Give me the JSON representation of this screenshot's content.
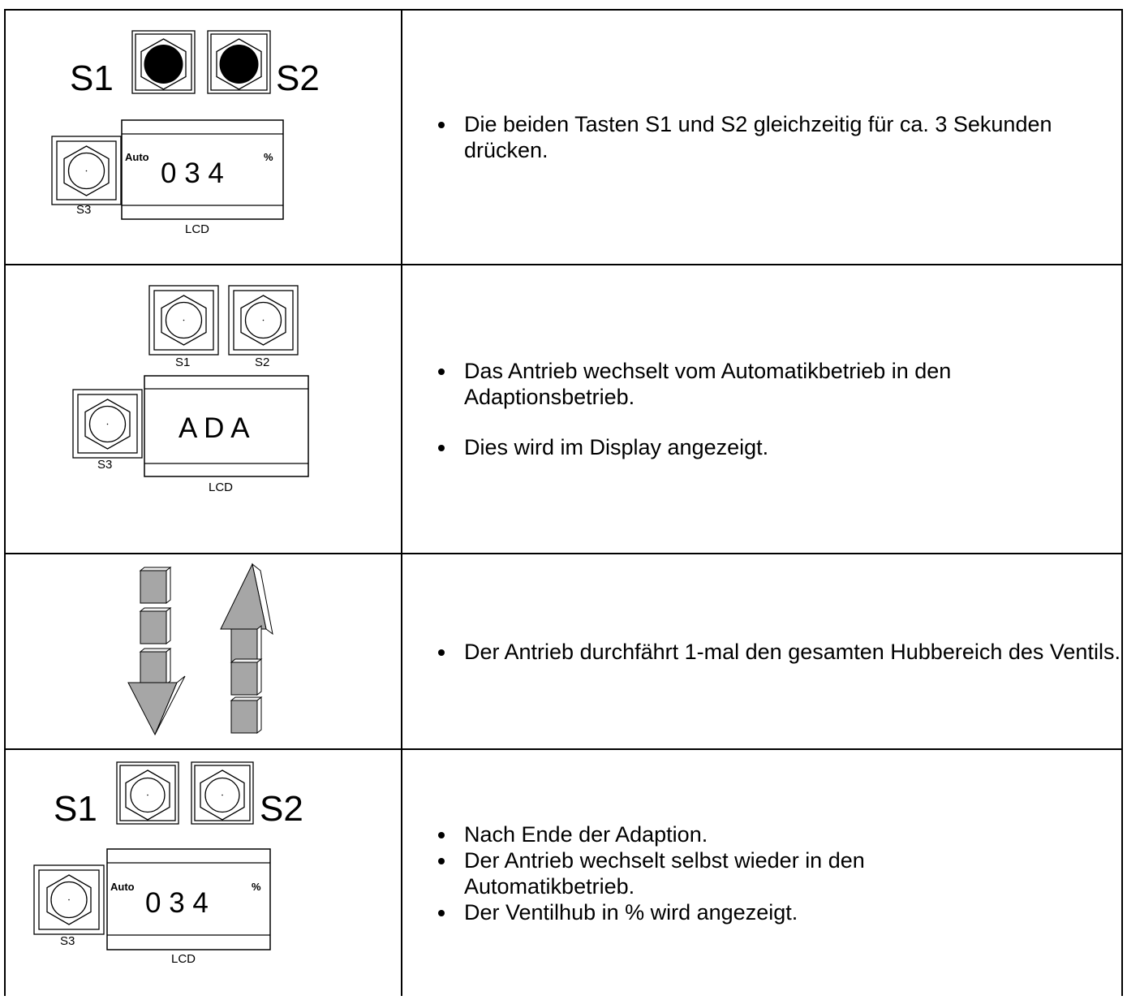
{
  "labels": {
    "s1": "S1",
    "s2": "S2",
    "s3": "S3",
    "lcd": "LCD",
    "auto": "Auto",
    "percent": "%"
  },
  "rows": [
    {
      "display": "0 3 4",
      "bullets": [
        "Die beiden Tasten S1 und S2 gleichzeitig für ca. 3 Sekunden drücken."
      ]
    },
    {
      "display": "A D A",
      "bullets": [
        "Das Antrieb wechselt vom Automatikbetrieb in den Adaptionsbetrieb.",
        "Dies wird im Display angezeigt."
      ]
    },
    {
      "bullets": [
        "Der Antrieb durchfährt 1-mal den gesamten Hubbereich des Ventils."
      ]
    },
    {
      "display": "0 3 4",
      "bullets": [
        "Nach Ende der Adaption.",
        "Der Antrieb wechselt selbst wieder in den Automatikbetrieb.",
        "Der Ventilhub in % wird angezeigt."
      ]
    }
  ],
  "colors": {
    "line": "#000000",
    "arrow_fill": "#a6a6a6"
  }
}
